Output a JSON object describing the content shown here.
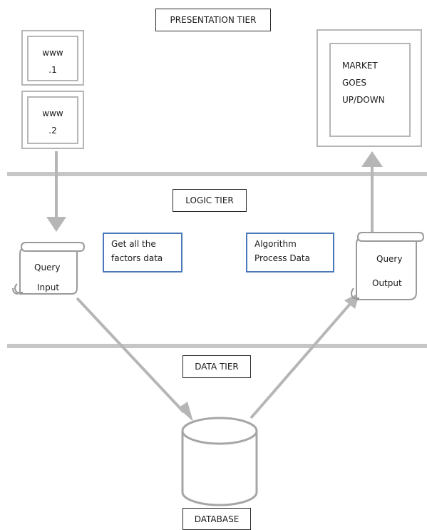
{
  "tiers": {
    "presentation": "PRESENTATION TIER",
    "logic": "LOGIC TIER",
    "data": "DATA TIER"
  },
  "www1": {
    "line1": "www",
    "line2": ".1"
  },
  "www2": {
    "line1": "www",
    "line2": ".2"
  },
  "market": {
    "line1": "MARKET",
    "line2": "GOES",
    "line3": "UP/DOWN"
  },
  "query_input": {
    "line1": "Query",
    "line2": "Input"
  },
  "query_output": {
    "line1": "Query",
    "line2": "Output"
  },
  "factors": {
    "line1": "Get all the",
    "line2": "factors data"
  },
  "algorithm": {
    "line1": "Algorithm",
    "line2": "Process Data"
  },
  "database": {
    "label": "DATABASE"
  },
  "colors": {
    "line_gray": "#b6b6b6",
    "box_blue": "#4a78b8",
    "border_dark": "#2b2b2b"
  }
}
